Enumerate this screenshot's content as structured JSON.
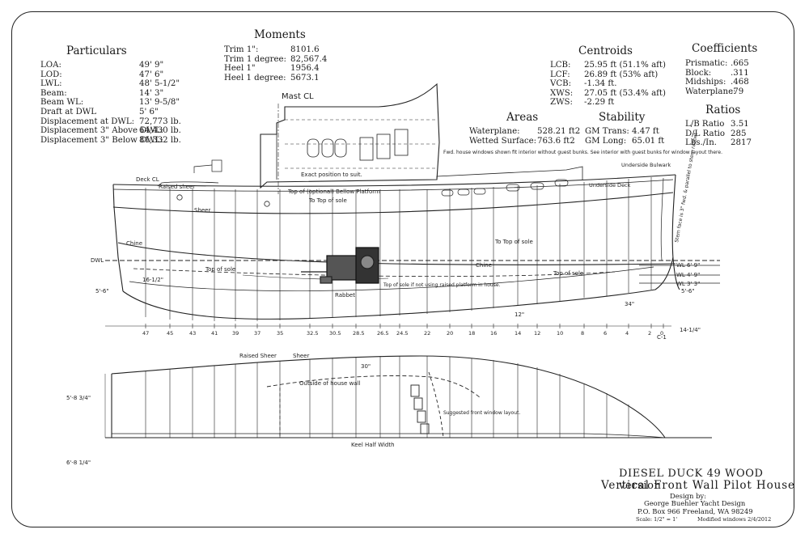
{
  "particulars": {
    "heading": "Particulars",
    "rows": [
      {
        "label": "LOA:",
        "value": "49' 9\""
      },
      {
        "label": "LOD:",
        "value": "47' 6\""
      },
      {
        "label": "LWL:",
        "value": "48' 5-1/2\""
      },
      {
        "label": "Beam:",
        "value": "14' 3\""
      },
      {
        "label": "Beam WL:",
        "value": "13' 9-5/8\""
      },
      {
        "label": "Draft at DWL",
        "value": "5' 6\""
      },
      {
        "label": "Displacement at DWL:",
        "value": "72,773 lb."
      },
      {
        "label": "Displacement 3\" Above DWL:",
        "value": "64,430 lb."
      },
      {
        "label": "Displacement 3\" Below DWL:",
        "value": "81,332 lb."
      }
    ]
  },
  "moments": {
    "heading": "Moments",
    "rows": [
      {
        "label": "Trim 1\":",
        "value": "8101.6"
      },
      {
        "label": "Trim 1 degree:",
        "value": "82,567.4"
      },
      {
        "label": "Heel 1\"",
        "value": "1956.4"
      },
      {
        "label": "Heel 1 degree:",
        "value": "5673.1"
      }
    ]
  },
  "centroids": {
    "heading": "Centroids",
    "rows": [
      {
        "label": "LCB:",
        "value": "25.95 ft (51.1% aft)"
      },
      {
        "label": "LCF:",
        "value": "26.89 ft (53% aft)"
      },
      {
        "label": "VCB:",
        "value": "-1.34 ft."
      },
      {
        "label": "XWS:",
        "value": "27.05 ft (53.4% aft)"
      },
      {
        "label": "ZWS:",
        "value": "-2.29 ft"
      }
    ]
  },
  "coefficients": {
    "heading": "Coefficients",
    "rows": [
      {
        "label": "Prismatic:",
        "value": ".665"
      },
      {
        "label": "Block:",
        "value": ".311"
      },
      {
        "label": "Midships:",
        "value": ".468"
      },
      {
        "label": "Waterplane:",
        "value": ".79"
      }
    ]
  },
  "ratios": {
    "heading": "Ratios",
    "rows": [
      {
        "label": "L/B Ratio",
        "value": "3.51"
      },
      {
        "label": "D/L Ratio",
        "value": "285"
      },
      {
        "label": "Lbs./In.",
        "value": "2817"
      }
    ]
  },
  "areas": {
    "heading": "Areas",
    "rows": [
      {
        "label": "Waterplane:",
        "value": "528.21 ft2"
      },
      {
        "label": "Wetted Surface:",
        "value": "763.6 ft2"
      }
    ]
  },
  "stability": {
    "heading": "Stability",
    "rows": [
      {
        "label": "GM Trans:",
        "value": "4.47 ft"
      },
      {
        "label": "GM Long:",
        "value": "65.01 ft"
      }
    ]
  },
  "profile_labels": {
    "mast_cl": "Mast CL",
    "deck_cl": "Deck CL",
    "raised_sheer": "Raised sheer",
    "sheer": "Sheer",
    "chine": "Chine",
    "chine2": "Chine",
    "dwl": "DWL",
    "top_of_sole": "Top of sole",
    "top_of_sole2": "Top of sole",
    "rabbet": "Rabbet",
    "exact_position": "Exact position to suit.",
    "top_of_bellow": "Top of (optional) Bellow Platform",
    "to_top_of_sole": "To Top of sole",
    "to_top_of_sole2": "To Top of sole",
    "top_of_sole_note": "Top of sole if not using raised platform in house.",
    "window_note": "Fwd. house windows shown fit interior without guest bunks. See interior with guest bunks for window layout there.",
    "underside_bulwark": "Underside Bulwark",
    "underside_deck": "Underside Deck",
    "stem_note": "Stem face is 3\" fwd. & parallel to stem rabbet",
    "wl_6": "WL 6' 9\"",
    "wl_4": "WL 4' 9\"",
    "wl_3": "WL 3' 3\"",
    "dim_5_6": "5'-6\"",
    "dim_5_6_right": "5'-6\"",
    "dim_12": "12\"",
    "dim_34": "34\"",
    "dim_16_half": "16-1/2\"",
    "stations": [
      "47",
      "45",
      "43",
      "41",
      "39",
      "37",
      "35",
      "32.5",
      "30.5",
      "28.5",
      "26.5",
      "24.5",
      "22",
      "20",
      "18",
      "16",
      "14",
      "12",
      "10",
      "8",
      "6",
      "4",
      "2",
      "0"
    ],
    "c1": "C-1",
    "station_misc": "14-1/4\""
  },
  "plan_labels": {
    "raised_sheer": "Raised Sheer",
    "sheer": "Sheer",
    "outside_house_wall": "Outside of house wall",
    "keel_half_width": "Keel Half Width",
    "suggested_window": "Suggested front window layout.",
    "dim_30": "30\"",
    "dim_5_8": "5'-8 3/4\"",
    "dim_6_8": "6'-8 1/4\""
  },
  "title_block": {
    "line1": "DIESEL DUCK 49 WOOD version",
    "line2": "Vertical Front Wall Pilot House",
    "line3": "Design by:",
    "line4": "George Buehler Yacht Design",
    "line5": "P.O. Box 966 Freeland, WA 98249",
    "scale": "Scale: 1/2\" = 1'",
    "modified": "Modified windows 2/4/2012"
  }
}
